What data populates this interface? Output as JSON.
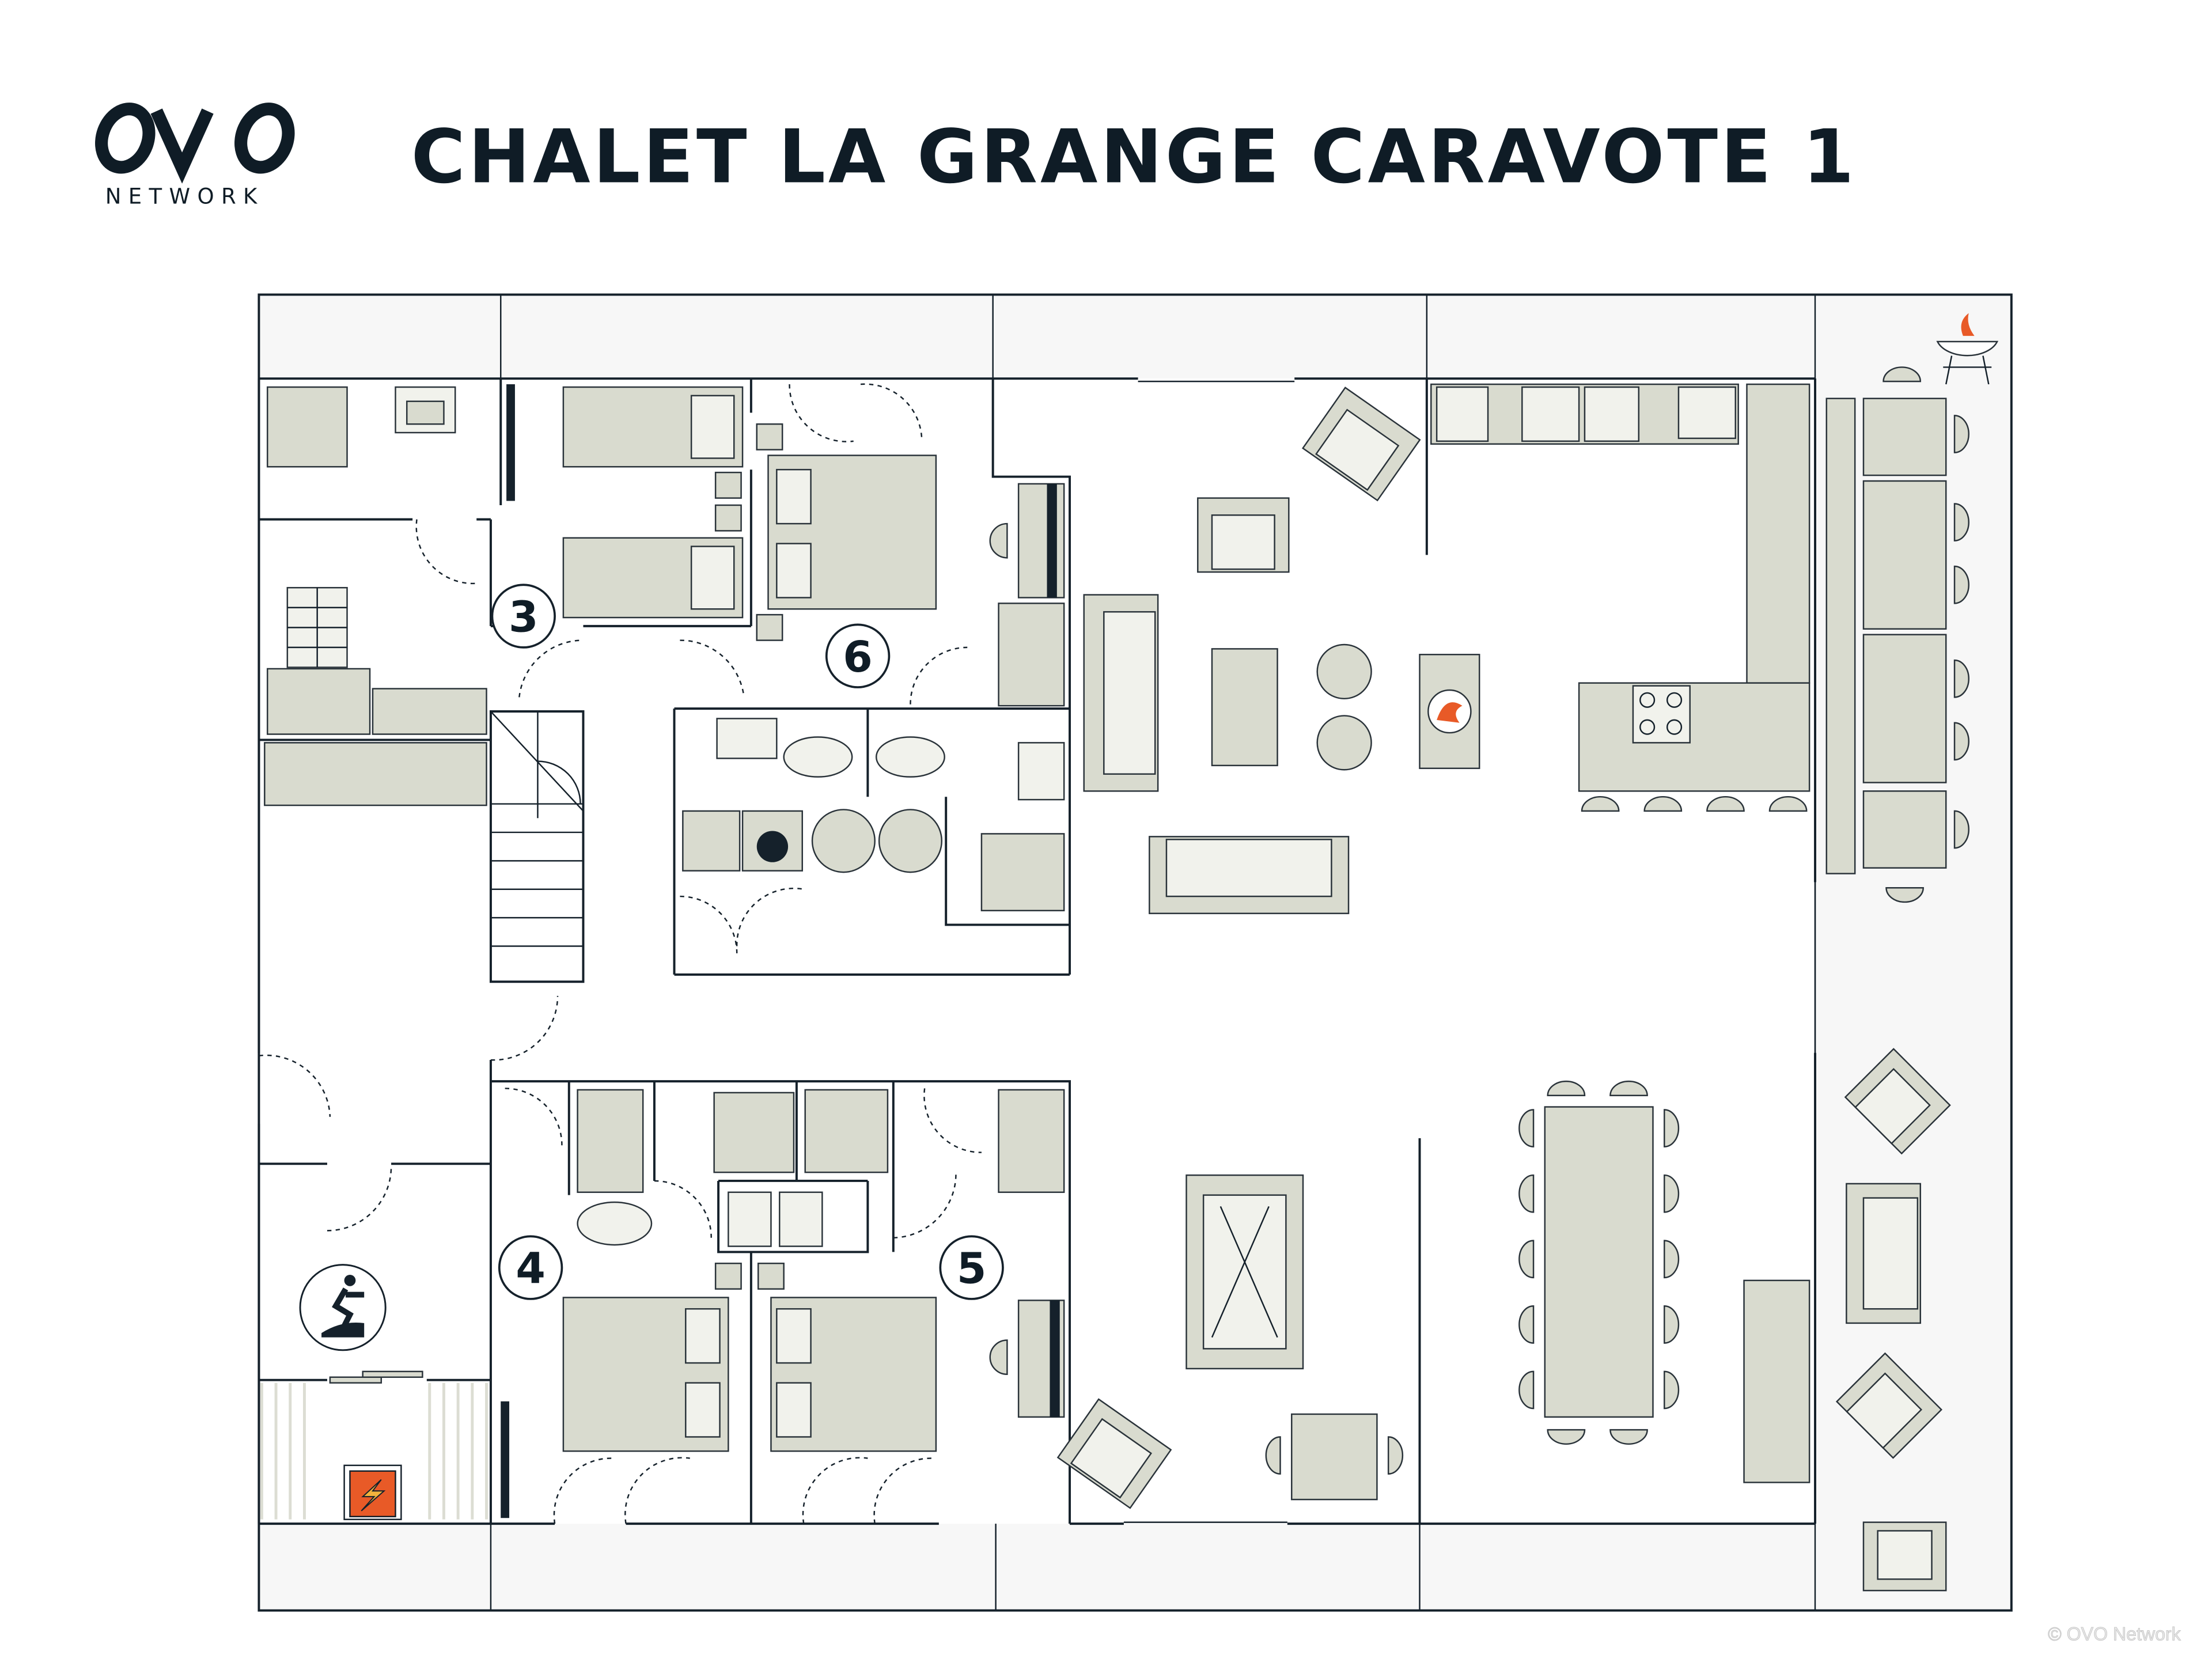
{
  "header": {
    "logo_mark": "OVO",
    "logo_subtitle": "NETWORK",
    "title": "CHALET LA GRANGE CARAVOTE 1"
  },
  "rooms": [
    {
      "number": "3"
    },
    {
      "number": "6"
    },
    {
      "number": "4"
    },
    {
      "number": "5"
    }
  ],
  "icons": [
    "exercise-bike-icon",
    "electrical-panel-icon",
    "fireplace-icon",
    "barbecue-icon",
    "billiard-table-icon",
    "washing-machine-icon",
    "dryer-icon",
    "water-heater-icon"
  ],
  "footer": {
    "copyright": "© OVO Network"
  },
  "colors": {
    "ink": "#0f1c26",
    "furniture": "#d9dbcf",
    "margin": "#f7f7f7",
    "accent": "#e85a27"
  }
}
